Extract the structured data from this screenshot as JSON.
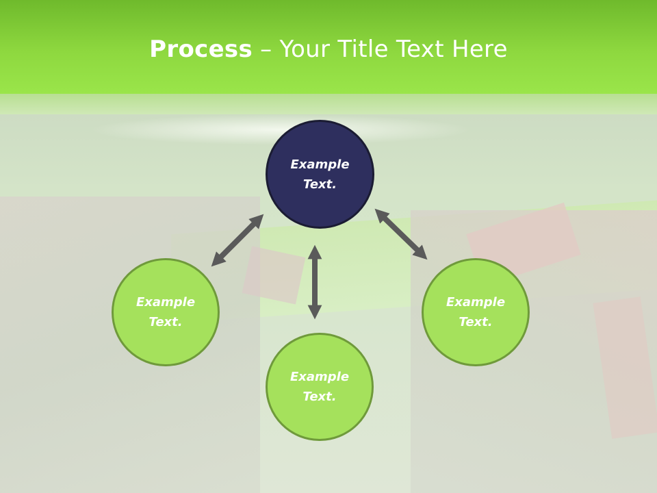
{
  "header": {
    "title_bold": "Process",
    "title_rest": " – Your Title Text Here"
  },
  "diagram": {
    "nodes": [
      {
        "id": "top",
        "line1": "Example",
        "line2": "Text."
      },
      {
        "id": "left",
        "line1": "Example",
        "line2": "Text."
      },
      {
        "id": "right",
        "line1": "Example",
        "line2": "Text."
      },
      {
        "id": "bottom",
        "line1": "Example",
        "line2": "Text."
      }
    ]
  },
  "colors": {
    "header_green": "#8ed83f",
    "top_circle": "#2e2f5e",
    "green_circle": "#a5e15c",
    "arrow": "#5a5a5a"
  }
}
